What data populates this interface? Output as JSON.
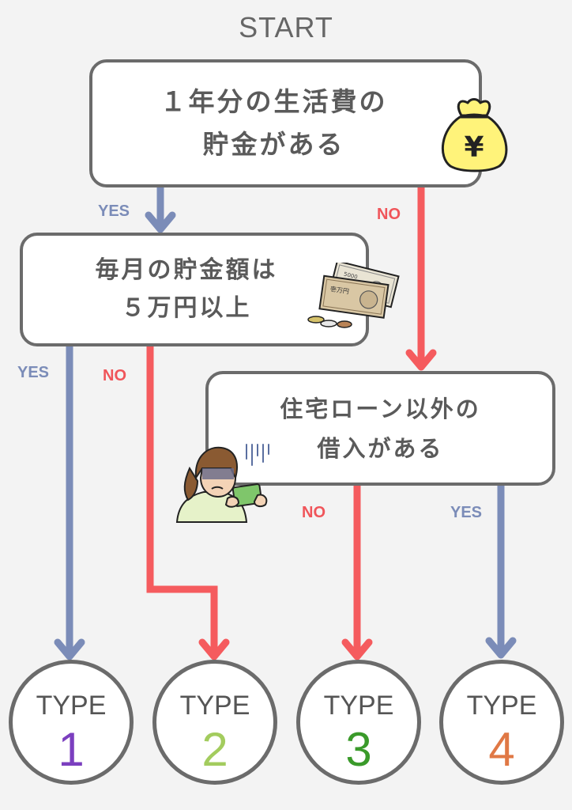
{
  "start_label": "START",
  "nodes": {
    "q1": {
      "line1": "１年分の生活費の",
      "line2": "貯金がある"
    },
    "q2": {
      "line1": "毎月の貯金額は",
      "line2": "５万円以上"
    },
    "q3": {
      "line1": "住宅ローン以外の",
      "line2": "借入がある"
    }
  },
  "edge_labels": {
    "q1_yes": "YES",
    "q1_no": "NO",
    "q2_yes": "YES",
    "q2_no": "NO",
    "q3_no": "NO",
    "q3_yes": "YES"
  },
  "results": [
    {
      "type": "TYPE",
      "number": "1",
      "color": "#7b3fbf"
    },
    {
      "type": "TYPE",
      "number": "2",
      "color": "#a3cc5e"
    },
    {
      "type": "TYPE",
      "number": "3",
      "color": "#3a9a2a"
    },
    {
      "type": "TYPE",
      "number": "4",
      "color": "#e07845"
    }
  ],
  "colors": {
    "yes_arrow": "#7b8cb8",
    "no_arrow": "#f55b5e",
    "border": "#6b6b6b"
  },
  "icons": {
    "money_bag": "money-bag-icon",
    "money_bag_glyph": "¥",
    "bills": "bills-and-coins-icon",
    "bill_text": "5000",
    "bill_text_2": "壱万円",
    "worried_person": "worried-person-icon"
  }
}
